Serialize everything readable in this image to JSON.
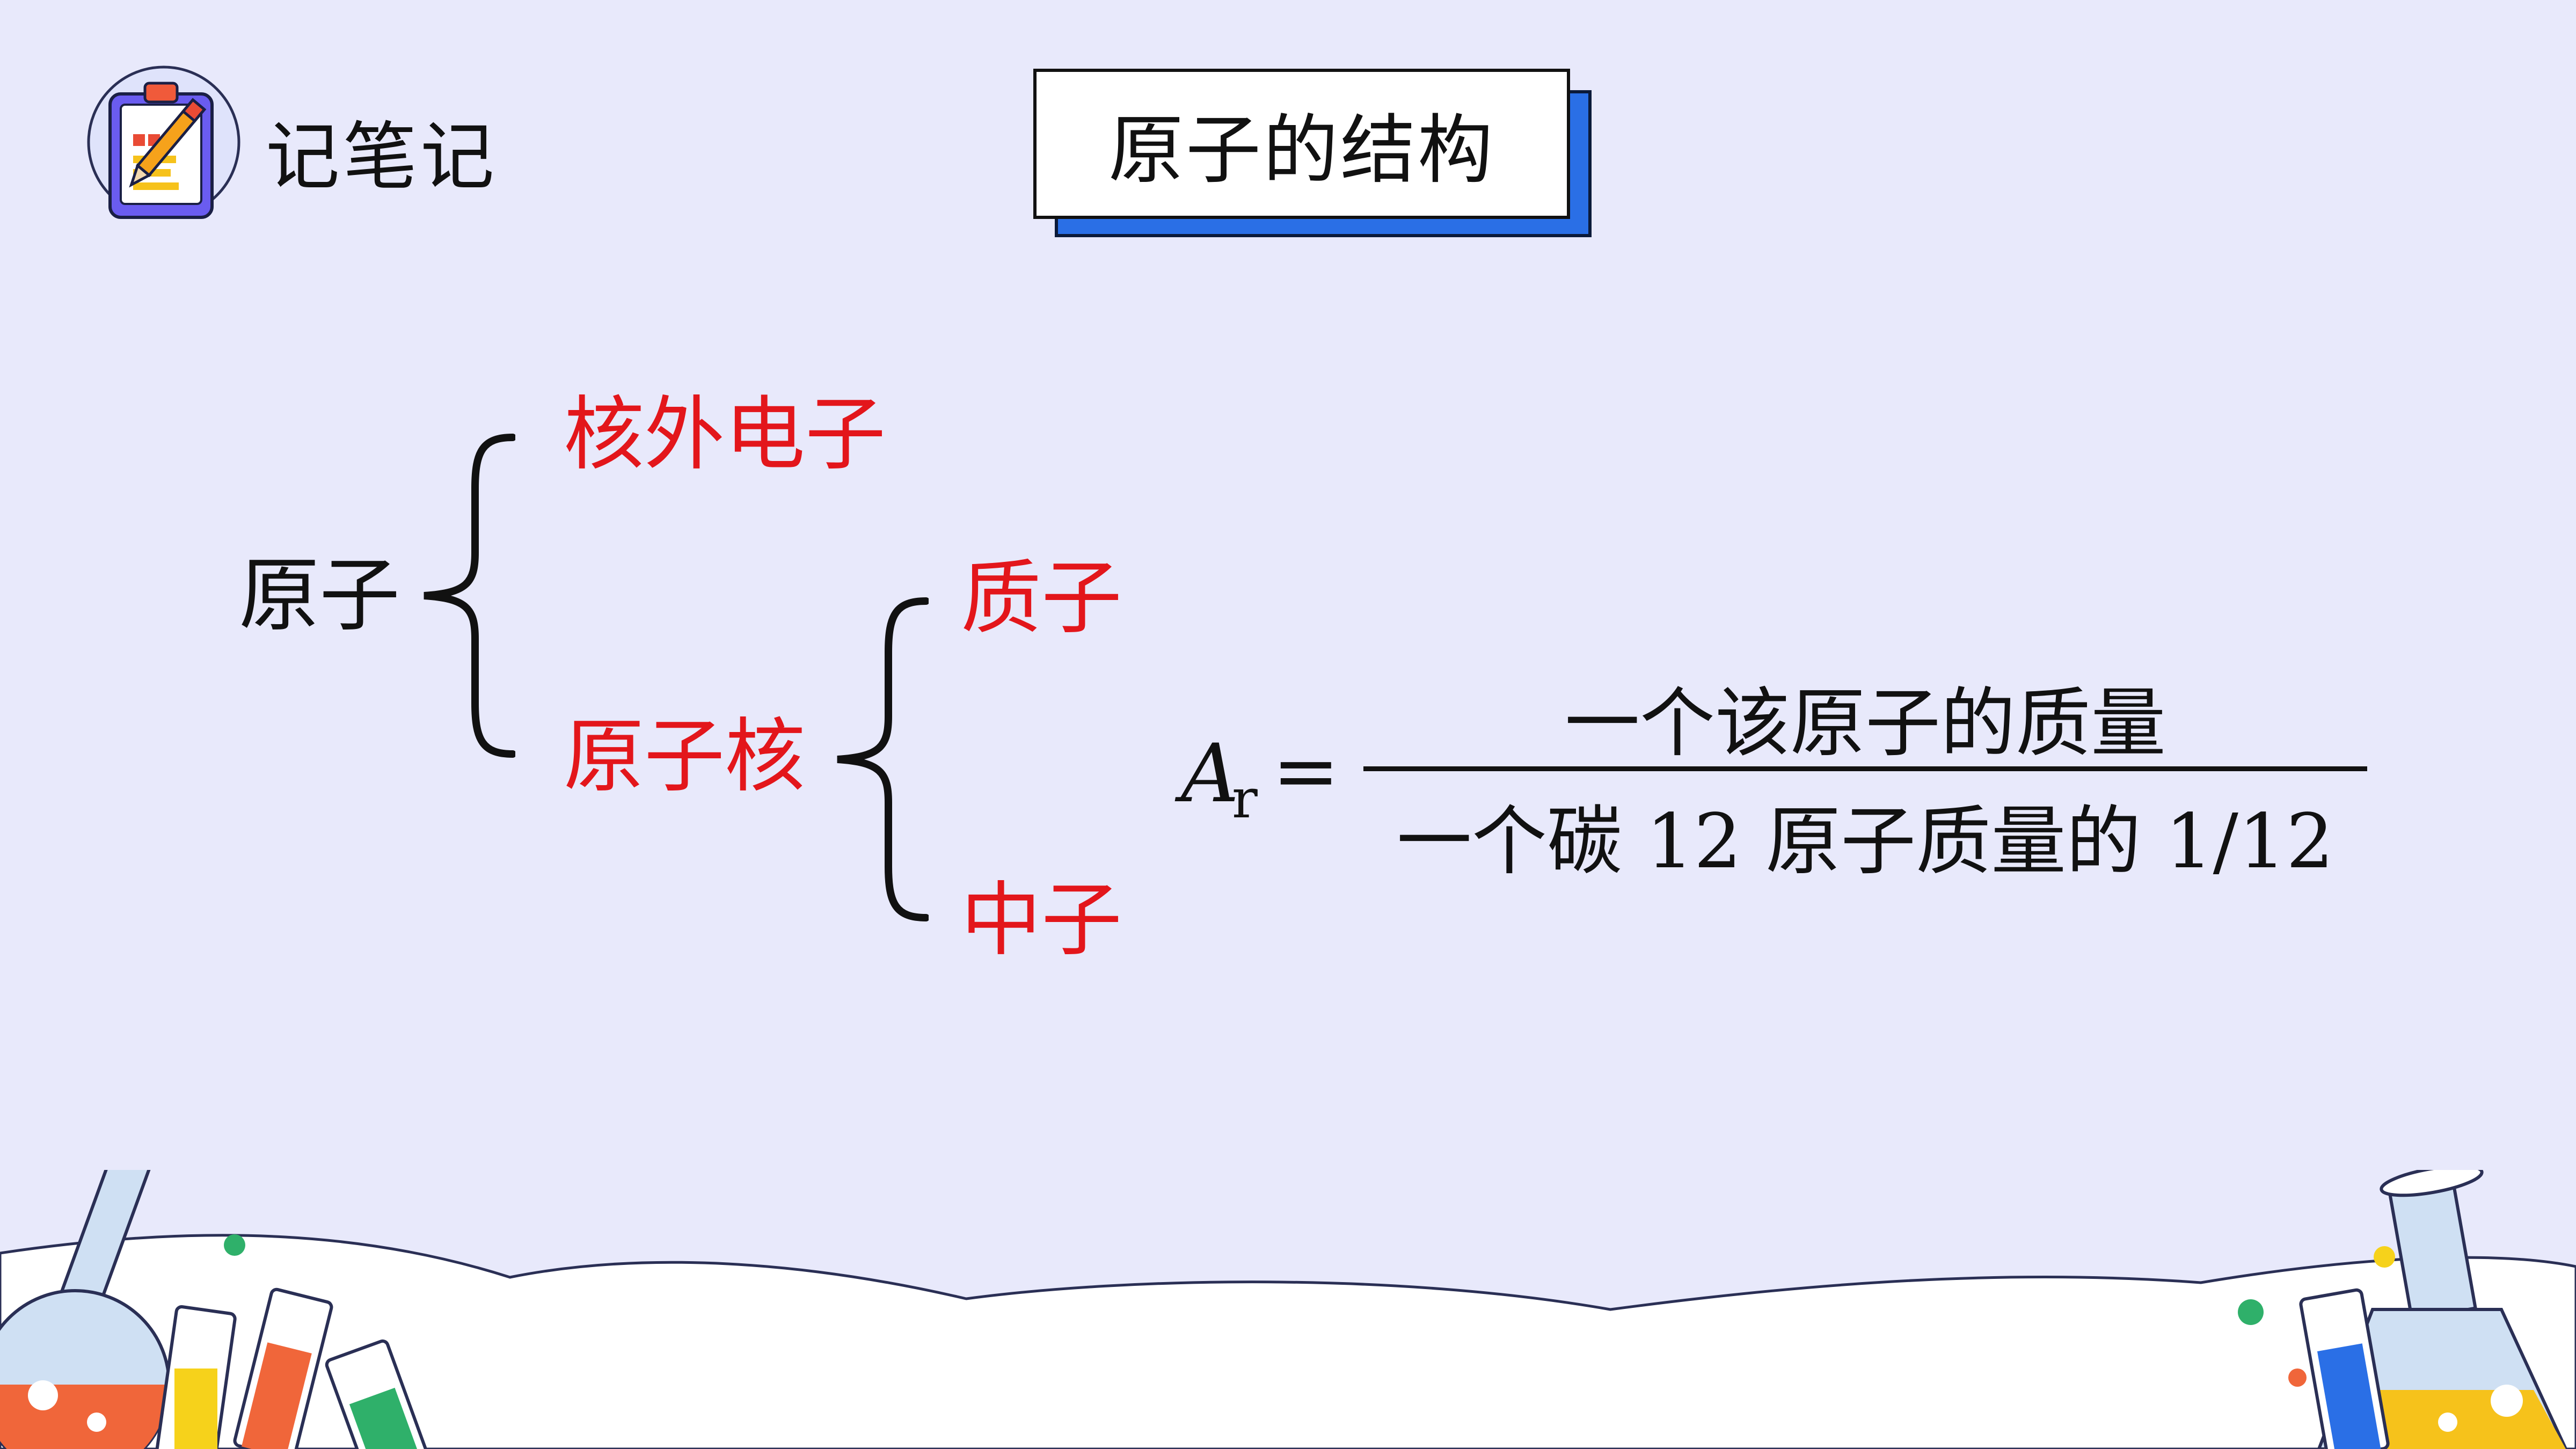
{
  "header": {
    "note_label": "记笔记",
    "slide_title": "原子的结构"
  },
  "diagram": {
    "root": "原子",
    "level1_top": "核外电子",
    "level1_bottom": "原子核",
    "level2_top": "质子",
    "level2_bottom": "中子"
  },
  "formula": {
    "symbol": "A",
    "subscript": "r",
    "equals": "=",
    "numerator": "一个该原子的质量",
    "denominator": "一个碳 12 原子质量的 1/12"
  },
  "colors": {
    "background": "#e8e9fb",
    "accent_red": "#e3161b",
    "title_shadow_blue": "#2a6fe6"
  },
  "icons": {
    "note_icon": "clipboard-pencil-icon",
    "decor_left": "lab-flasks-decoration",
    "decor_right": "lab-flasks-decoration"
  }
}
